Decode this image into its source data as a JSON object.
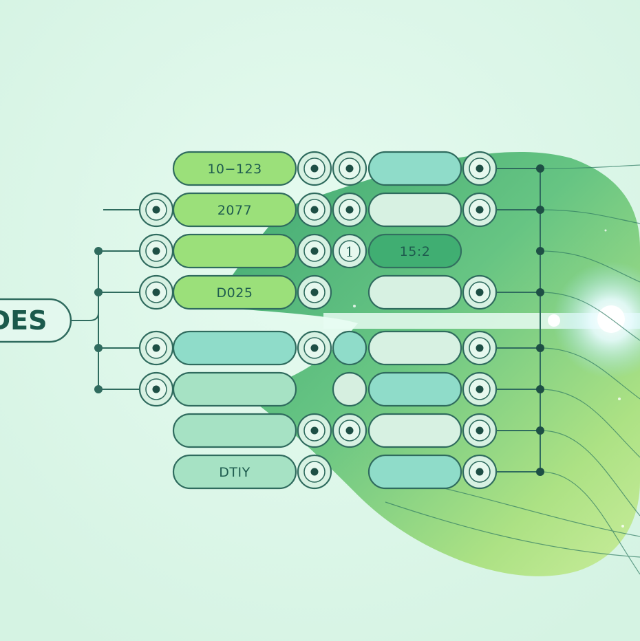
{
  "root": {
    "label": "DES"
  },
  "rows": [
    {
      "id": "r1",
      "pill_a": "10−123",
      "pill_b": "",
      "circle_text": ""
    },
    {
      "id": "r2",
      "pill_a": "2077",
      "pill_b": "",
      "circle_text": ""
    },
    {
      "id": "r3",
      "pill_a": "",
      "pill_b": "15:2",
      "circle_text": "1"
    },
    {
      "id": "r4",
      "pill_a": "D025",
      "pill_b": "",
      "circle_text": ""
    },
    {
      "id": "r5",
      "pill_a": "",
      "pill_b": "",
      "circle_text": ""
    },
    {
      "id": "r6",
      "pill_a": "",
      "pill_b": "",
      "circle_text": ""
    },
    {
      "id": "r7",
      "pill_a": "",
      "pill_b": "",
      "circle_text": ""
    },
    {
      "id": "r8",
      "pill_a": "DTIY",
      "pill_b": "",
      "circle_text": ""
    }
  ],
  "colors": {
    "background": "#dff7ea",
    "outline": "#2f6b5e",
    "lime": "#9be07a",
    "mint": "#a6e2c4",
    "teal": "#8fdcc9",
    "pale": "#d7f1e2",
    "wave_dark": "#3fae72",
    "wave_light": "#b8e87e"
  }
}
